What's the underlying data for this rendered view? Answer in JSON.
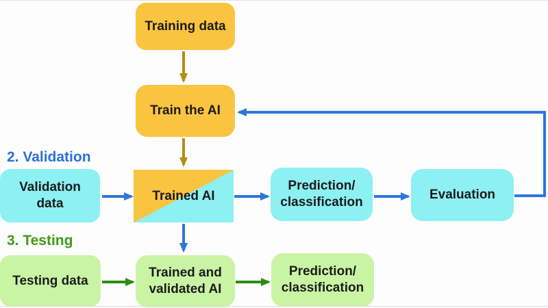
{
  "diagram": {
    "section_labels": {
      "validation": "2. Validation",
      "testing": "3. Testing"
    },
    "nodes": {
      "training_data": "Training data",
      "train_ai": "Train the AI",
      "trained_ai": "Trained AI",
      "validation_data": "Validation\ndata",
      "prediction_validation": "Prediction/\nclassification",
      "evaluation": "Evaluation",
      "testing_data": "Testing data",
      "trained_validated_ai": "Trained and\nvalidated AI",
      "prediction_testing": "Prediction/\nclassification"
    },
    "colors": {
      "training_stage": "#FBC440",
      "validation_stage": "#8DF0F2",
      "testing_stage": "#C9F4A3",
      "training_arrow": "#B1900F",
      "validation_arrow": "#2D76DC",
      "testing_arrow": "#2E8B10",
      "validation_label": "#2B6FD9",
      "testing_label": "#3F9C14"
    }
  }
}
